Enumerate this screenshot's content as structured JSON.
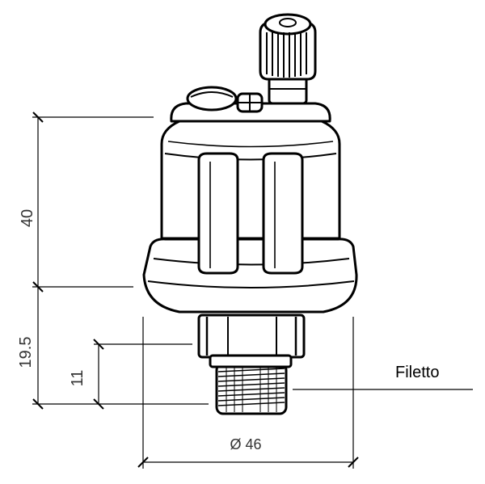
{
  "dimensions": {
    "height_body": "40",
    "height_base": "19.5",
    "thread_length": "11",
    "diameter": "Ø 46"
  },
  "labels": {
    "thread": "Filetto"
  }
}
